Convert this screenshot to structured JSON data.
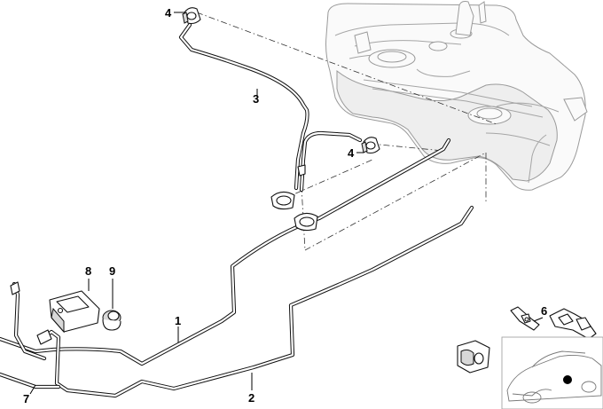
{
  "diagram": {
    "callouts": [
      {
        "number": "1",
        "part": "fuel-pipe-1"
      },
      {
        "number": "2",
        "part": "fuel-pipe-2"
      },
      {
        "number": "3",
        "part": "fuel-pipe-3"
      },
      {
        "number": "4",
        "part": "hose-clamp-upper"
      },
      {
        "number": "4",
        "part": "hose-clamp-middle"
      },
      {
        "number": "6",
        "part": "pipe-clip-bracket"
      },
      {
        "number": "7",
        "part": "pipe-connector"
      },
      {
        "number": "8",
        "part": "holder-bracket"
      },
      {
        "number": "9",
        "part": "rubber-grommet"
      }
    ],
    "colors": {
      "line_art": "#111111",
      "fuel_tank_shading": "#9a9a9a",
      "background": "#ffffff",
      "location_marker": "#000000"
    },
    "inset": {
      "subject": "car-location-overview",
      "marker": "black-dot"
    }
  }
}
